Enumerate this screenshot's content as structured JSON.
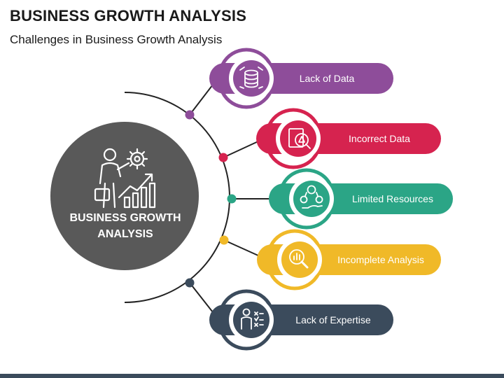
{
  "title": "BUSINESS GROWTH ANALYSIS",
  "subtitle": "Challenges in Business Growth Analysis",
  "center": {
    "line1": "BUSINESS GROWTH",
    "line2": "ANALYSIS",
    "color": "#595959"
  },
  "items": [
    {
      "label": "Lack of Data",
      "color": "#8e4d9a",
      "icon": "data-database-icon"
    },
    {
      "label": "Incorrect Data",
      "color": "#d6234f",
      "icon": "document-warning-icon"
    },
    {
      "label": "Limited Resources",
      "color": "#2ba586",
      "icon": "resources-hand-icon"
    },
    {
      "label": "Incomplete Analysis",
      "color": "#f0b928",
      "icon": "magnifier-chart-icon"
    },
    {
      "label": "Lack of Expertise",
      "color": "#3b4b5c",
      "icon": "person-checklist-icon"
    }
  ]
}
